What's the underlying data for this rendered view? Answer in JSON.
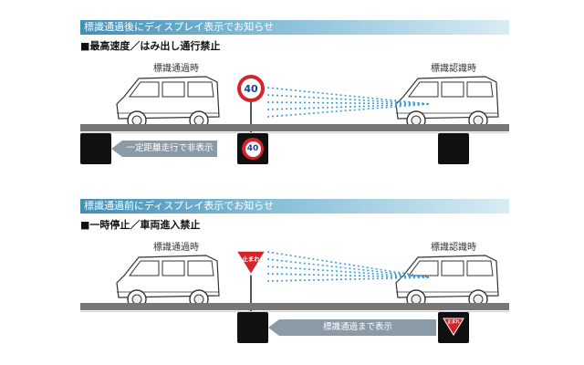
{
  "panels": [
    {
      "banner": "標識通過後にディスプレイ表示でお知らせ",
      "subtitle": "■最高速度／はみ出し通行禁止",
      "car_left_label": "標識通過時",
      "car_right_label": "標識認識時",
      "sign_text": "40",
      "display_sign_text": "40",
      "arrow_text": "一定距離走行で非表示"
    },
    {
      "banner": "標識通過前にディスプレイ表示でお知らせ",
      "subtitle": "■一時停止／車両進入禁止",
      "car_left_label": "標識通過時",
      "car_right_label": "標識認識時",
      "sign_text": "止まれ",
      "display_sign_text": "止まれ",
      "arrow_text": "標識通過まで表示"
    }
  ],
  "colors": {
    "banner": "#3f8fb8",
    "road": "#777777",
    "speed_sign_red": "#d4232b",
    "stop_sign_red": "#d4232b",
    "arrow_band": "#8a9aa6",
    "display": "#101010",
    "beam": "#3aa0d8"
  },
  "icons": [
    "car-icon",
    "speed-limit-sign-icon",
    "stop-sign-icon",
    "display-screen-icon",
    "camera-beam-icon"
  ]
}
